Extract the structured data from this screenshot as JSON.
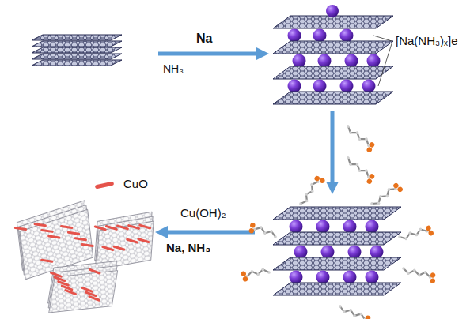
{
  "diagram": {
    "labels": [
      "Na",
      "NH₃",
      "[Na(NH₃)ₓ]e",
      "Cu(OH)₂",
      "Na, NH₃"
    ],
    "legend": [
      {
        "text": "CuO",
        "color": "#e5534b"
      }
    ]
  }
}
